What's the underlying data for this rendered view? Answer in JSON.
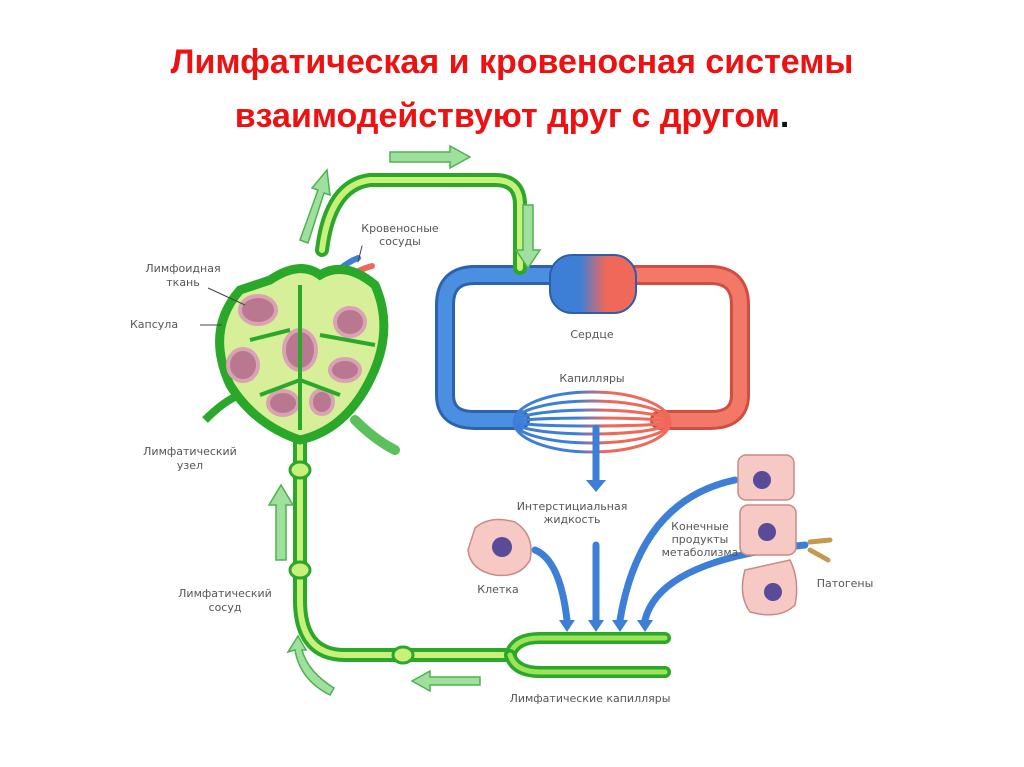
{
  "title": {
    "line1": "Лимфатическая и кровеносная системы",
    "line2": "взаимодействуют друг с другом",
    "period": "."
  },
  "labels": {
    "lymphoid_tissue": [
      "Лимфоидная",
      "ткань"
    ],
    "capsule": "Капсула",
    "lymph_node": [
      "Лимфатический",
      "узел"
    ],
    "lymph_vessel": [
      "Лимфатический",
      "сосуд"
    ],
    "blood_vessels": [
      "Кровеносные",
      "сосуды"
    ],
    "heart": "Сердце",
    "capillaries": "Капилляры",
    "interstitial_fluid": [
      "Интерстициальная",
      "жидкость"
    ],
    "cell": "Клетка",
    "metabolic_products": [
      "Конечные",
      "продукты",
      "метаболизма"
    ],
    "pathogens": "Патогены",
    "lymph_capillaries": "Лимфатические капилляры"
  },
  "colors": {
    "title": "#ee1111",
    "lymph_dark": "#2eb82e",
    "lymph_light": "#c8f07a",
    "vein_blue": "#3d7fd6",
    "artery_red": "#f0685a",
    "arrow_green": "#8fdc8f",
    "cell_pink": "#f6c9c4",
    "nucleus": "#5a4a9a",
    "lymphoid": "#a0607e",
    "pathogen": "#c49a50"
  }
}
